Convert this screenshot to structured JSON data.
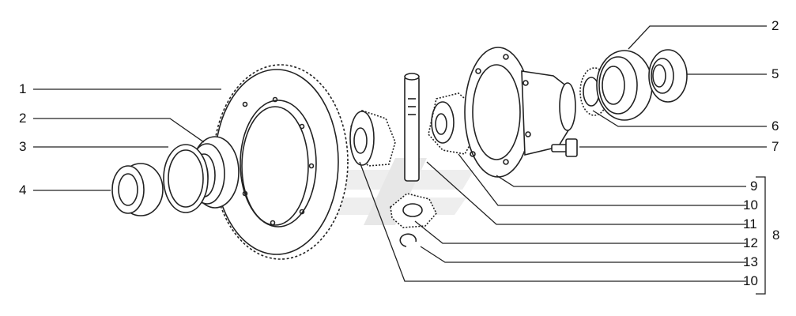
{
  "labels": {
    "ring_gear": "1",
    "bearing_left": "2",
    "ring": "3",
    "seal_left": "4",
    "bearing_right": "2",
    "seal_right": "5",
    "bearing_cone": "6",
    "bolt": "7",
    "group": "8",
    "housing": "9",
    "side_gear_right": "10",
    "pinion_shaft": "11",
    "pinion_gear": "12",
    "snap_ring": "13",
    "side_gear_left": "10"
  },
  "colors": {
    "line": "#222222",
    "watermark": "#d0d0d0"
  }
}
